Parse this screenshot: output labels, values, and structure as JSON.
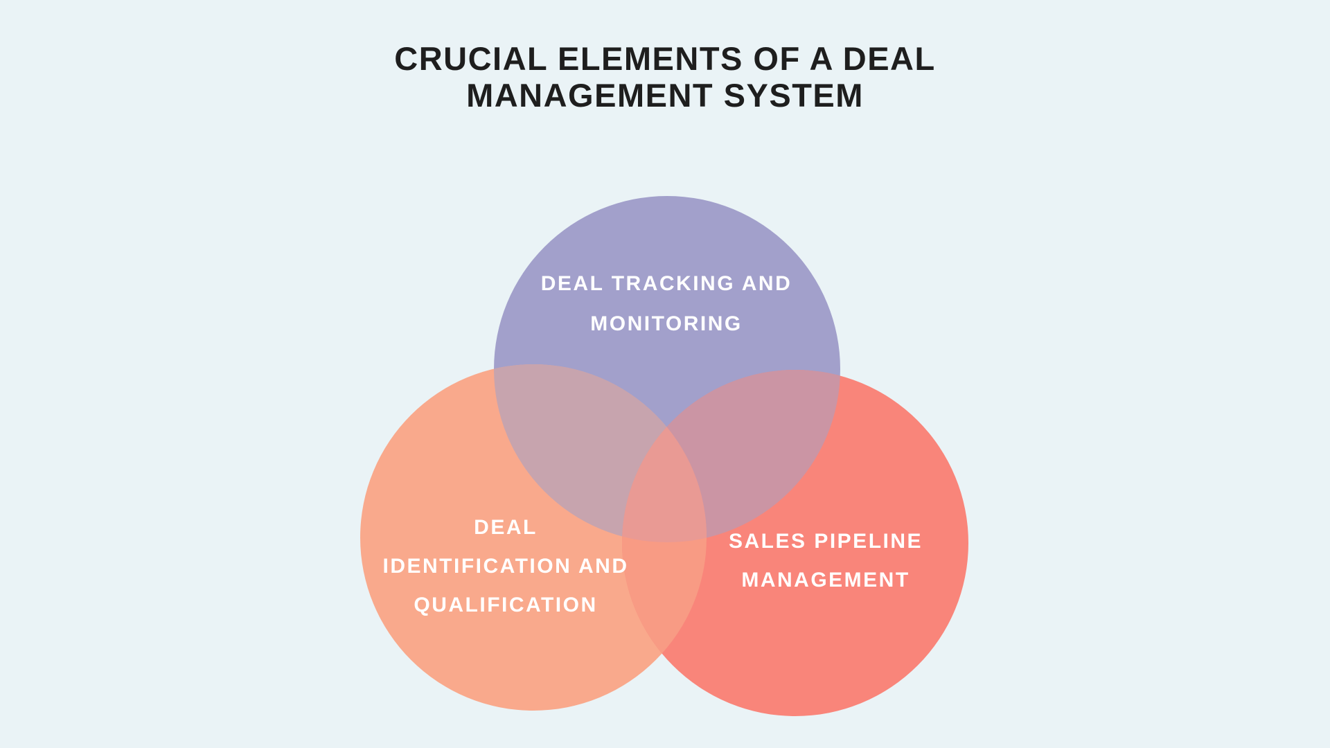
{
  "canvas": {
    "background_color": "#EAF3F6",
    "title_color": "#1E1E1E",
    "label_text_color": "#FFFFFF"
  },
  "title": {
    "lines": [
      "CRUCIAL ELEMENTS OF A DEAL",
      "MANAGEMENT SYSTEM"
    ]
  },
  "venn": {
    "circles": [
      {
        "id": "deal-tracking",
        "label_lines": [
          "DEAL TRACKING AND",
          "MONITORING"
        ],
        "color": "#A2A0CB"
      },
      {
        "id": "deal-identification",
        "label_lines": [
          "DEAL",
          "IDENTIFICATION AND",
          "QUALIFICATION"
        ],
        "color": "#F9A98C"
      },
      {
        "id": "sales-pipeline",
        "label_lines": [
          "SALES PIPELINE",
          "MANAGEMENT"
        ],
        "color": "#F9857A"
      }
    ],
    "overlaps": {
      "tracking_identification": "#C7A4AE",
      "tracking_pipeline": "#CB95A4",
      "identification_pipeline": "#F89B84",
      "all_three": "#E99A94"
    }
  }
}
